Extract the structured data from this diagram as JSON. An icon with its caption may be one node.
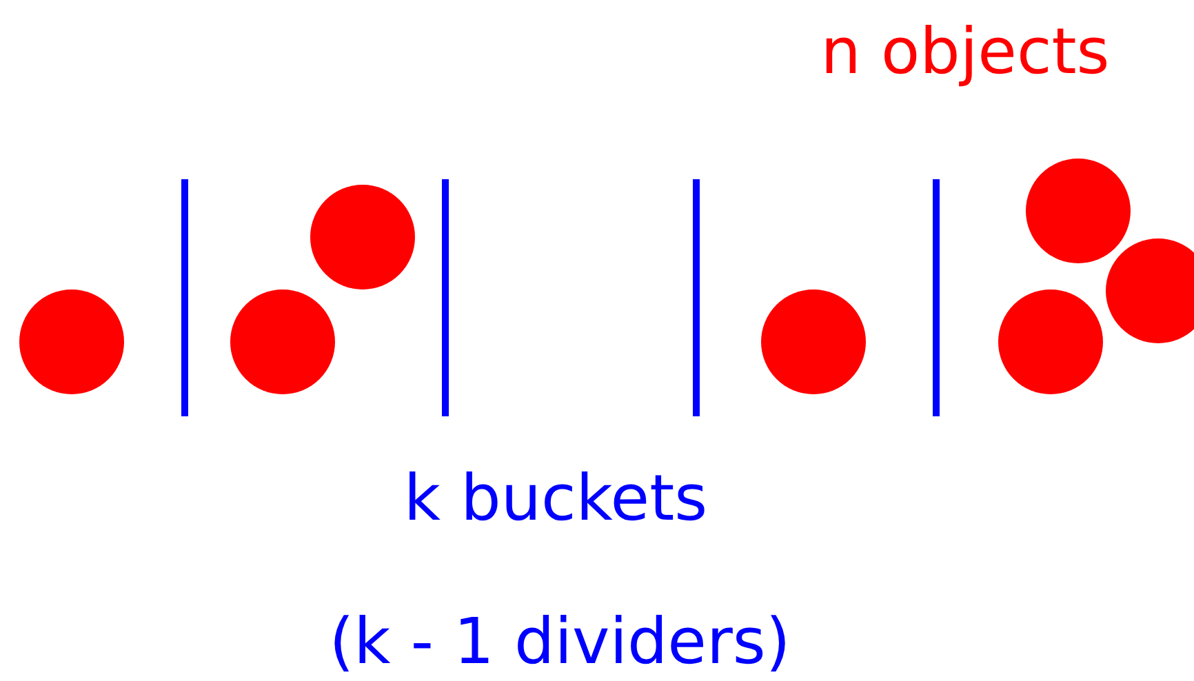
{
  "diagram": {
    "labels": [
      "n objects",
      "k buckets",
      "(k - 1 dividers)"
    ]
  }
}
